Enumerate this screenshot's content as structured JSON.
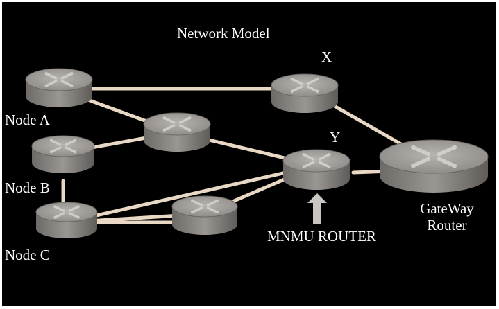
{
  "title": "Network Model",
  "labels": {
    "node_a": "Node A",
    "node_b": "Node B",
    "node_c": "Node C",
    "router_x": "X",
    "router_y": "Y",
    "mnmu_router": "MNMU ROUTER",
    "gateway_line1": "GateWay",
    "gateway_line2": "Router"
  },
  "colors": {
    "background": "#000000",
    "text": "#ffffff",
    "link": "#e8d8c4",
    "router_body": "#8a8683",
    "router_top": "#a9a5a1",
    "arrow_glyph": "#c9c5c0"
  },
  "icons": {
    "router": "router-icon",
    "arrow": "up-arrow-icon"
  }
}
